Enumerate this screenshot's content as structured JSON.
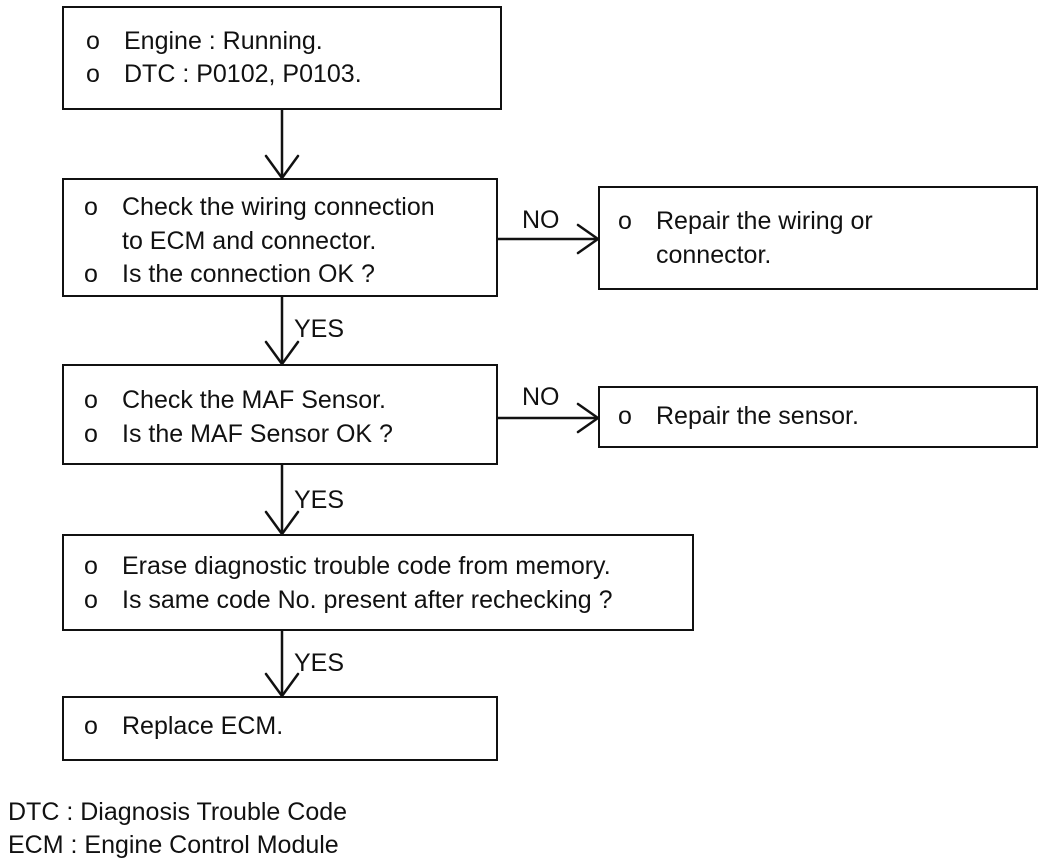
{
  "bullet": "o",
  "steps": [
    {
      "lines": [
        "Engine : Running.",
        "DTC : P0102, P0103."
      ]
    },
    {
      "lines": [
        "Check the wiring connection",
        "to ECM and connector.",
        "Is the connection OK ?"
      ],
      "bulleted": [
        true,
        false,
        true
      ]
    },
    {
      "lines": [
        "Check the MAF Sensor.",
        "Is the MAF Sensor OK ?"
      ]
    },
    {
      "lines": [
        "Erase diagnostic trouble code from memory.",
        "Is same code No. present after rechecking ?"
      ]
    },
    {
      "lines": [
        "Replace ECM."
      ]
    }
  ],
  "side_boxes": [
    {
      "lines": [
        "Repair the wiring or",
        "connector."
      ],
      "bulleted": [
        true,
        false
      ]
    },
    {
      "lines": [
        "Repair the sensor."
      ]
    }
  ],
  "labels": {
    "no_1": "NO",
    "no_2": "NO",
    "yes_1": "YES",
    "yes_2": "YES",
    "yes_3": "YES"
  },
  "legend": [
    "DTC : Diagnosis Trouble Code",
    "ECM : Engine Control Module"
  ]
}
